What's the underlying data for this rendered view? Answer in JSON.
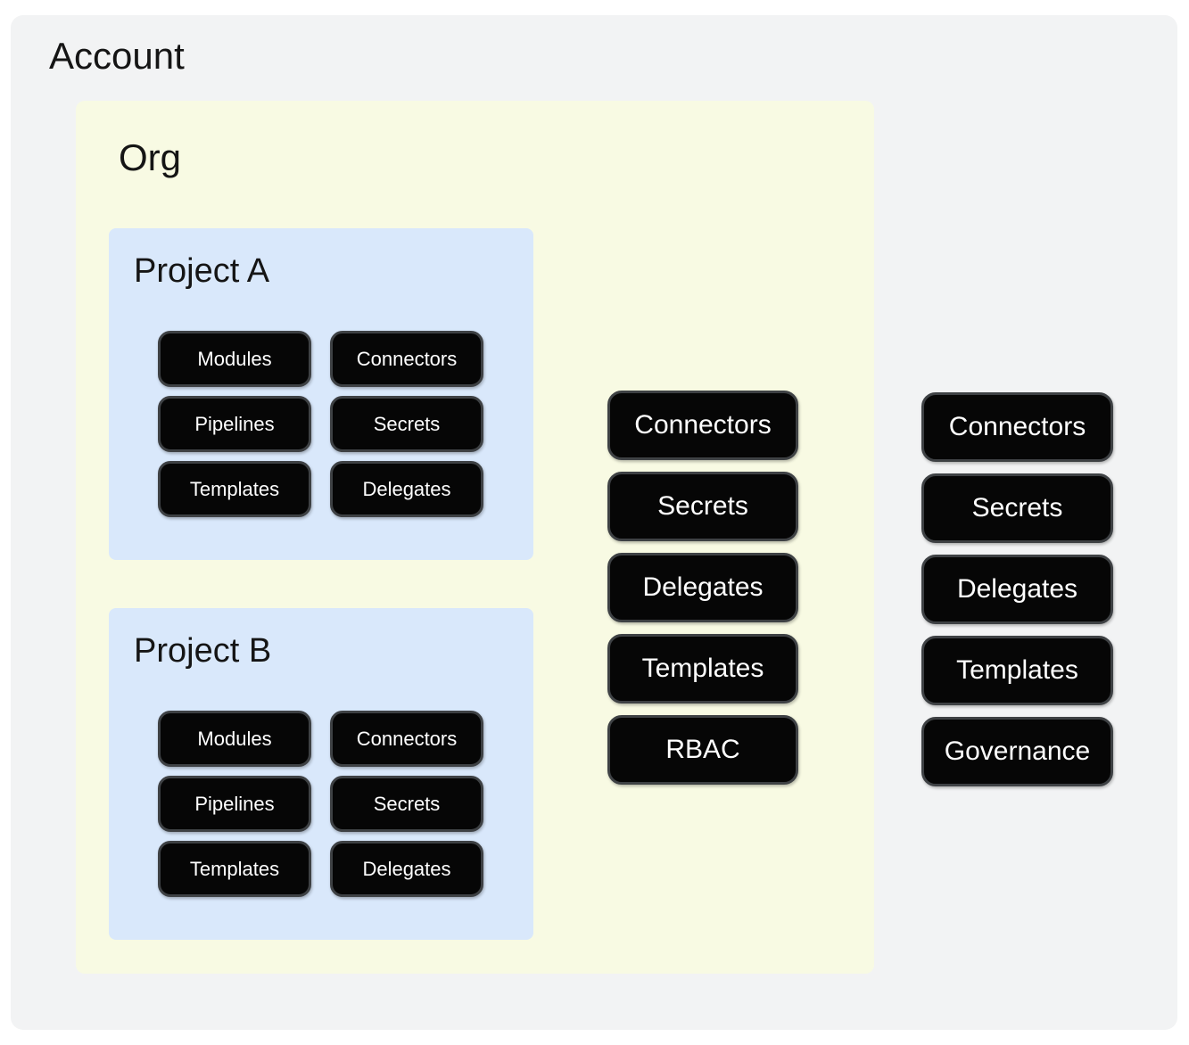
{
  "account": {
    "title": "Account",
    "resources": [
      "Connectors",
      "Secrets",
      "Delegates",
      "Templates",
      "Governance"
    ]
  },
  "org": {
    "title": "Org",
    "resources": [
      "Connectors",
      "Secrets",
      "Delegates",
      "Templates",
      "RBAC"
    ]
  },
  "projects": [
    {
      "title": "Project A",
      "resources": [
        "Modules",
        "Connectors",
        "Pipelines",
        "Secrets",
        "Templates",
        "Delegates"
      ]
    },
    {
      "title": "Project B",
      "resources": [
        "Modules",
        "Connectors",
        "Pipelines",
        "Secrets",
        "Templates",
        "Delegates"
      ]
    }
  ],
  "colors": {
    "page_bg": "#ffffff",
    "account_bg": "#f2f3f4",
    "org_bg": "#f8fae3",
    "project_bg": "#d9e8fb",
    "pill_bg": "#060606",
    "pill_border": "#3e4144",
    "pill_text": "#ffffff",
    "title_text": "#151515"
  }
}
